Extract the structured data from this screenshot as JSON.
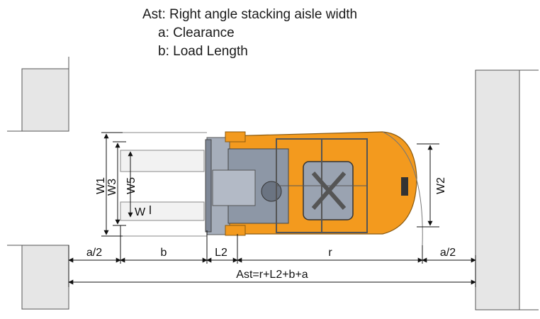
{
  "legend": {
    "title": "Ast: Right angle stacking aisle width",
    "a": "a: Clearance",
    "b": "b: Load Length"
  },
  "labels": {
    "w1": "W1",
    "w3": "W3",
    "w5": "W5",
    "w": "W",
    "w2": "W2",
    "a_half_left": "a/2",
    "b": "b",
    "l2": "L2",
    "r": "r",
    "a_half_right": "a/2",
    "ast": "Ast=r+L2+b+a"
  },
  "colors": {
    "truck_body": "#f39a1e",
    "frame": "#8d97a6",
    "rack": "#e6e6e6",
    "line": "#111111"
  }
}
